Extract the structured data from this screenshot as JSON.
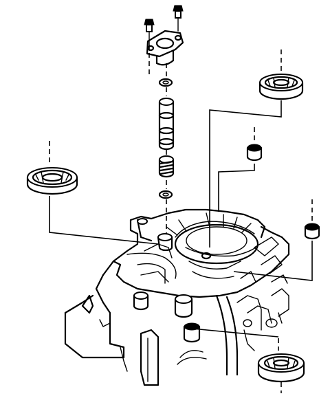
{
  "diagram": {
    "kind": "exploded-view line drawing",
    "colors": {
      "ink": "#000000",
      "paper": "#ffffff"
    },
    "parts": [
      {
        "id": "bolt-left",
        "icon": "bolt-icon"
      },
      {
        "id": "bolt-right",
        "icon": "bolt-icon"
      },
      {
        "id": "cover-plate",
        "icon": "flange-plate-icon"
      },
      {
        "id": "o-ring-upper",
        "icon": "o-ring-icon"
      },
      {
        "id": "sleeve",
        "icon": "sleeve-icon"
      },
      {
        "id": "spring",
        "icon": "spring-icon"
      },
      {
        "id": "o-ring-lower",
        "icon": "o-ring-icon"
      },
      {
        "id": "bearing-left",
        "icon": "bearing-icon"
      },
      {
        "id": "bearing-upper-right",
        "icon": "bearing-icon"
      },
      {
        "id": "bearing-lower-right",
        "icon": "bearing-icon"
      },
      {
        "id": "seal-cap-upper",
        "icon": "seal-cap-icon"
      },
      {
        "id": "seal-cap-right",
        "icon": "seal-cap-icon"
      },
      {
        "id": "housing",
        "icon": "case-housing-icon"
      }
    ]
  }
}
